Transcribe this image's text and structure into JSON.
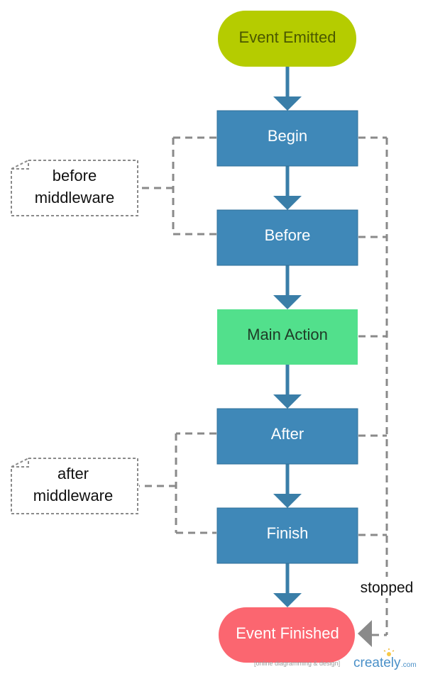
{
  "nodes": {
    "event_emitted": "Event Emitted",
    "begin": "Begin",
    "before": "Before",
    "main_action": "Main Action",
    "after": "After",
    "finish": "Finish",
    "event_finished": "Event Finished"
  },
  "notes": {
    "before_middleware": [
      "before",
      "middleware"
    ],
    "after_middleware": [
      "after",
      "middleware"
    ]
  },
  "labels": {
    "stopped": "stopped"
  },
  "watermark": {
    "tagline": "[online diagramming & design]",
    "brand": "creately",
    "domain": ".com"
  },
  "colors": {
    "start": "#b5cc00",
    "start_text": "#4a5800",
    "process": "#3f88b8",
    "process_text": "#ffffff",
    "action": "#52e08c",
    "action_text": "#1f3b27",
    "end": "#fb6670",
    "end_text": "#ffffff",
    "connector": "#3a7ea8",
    "dashed": "#8a8a8a"
  }
}
